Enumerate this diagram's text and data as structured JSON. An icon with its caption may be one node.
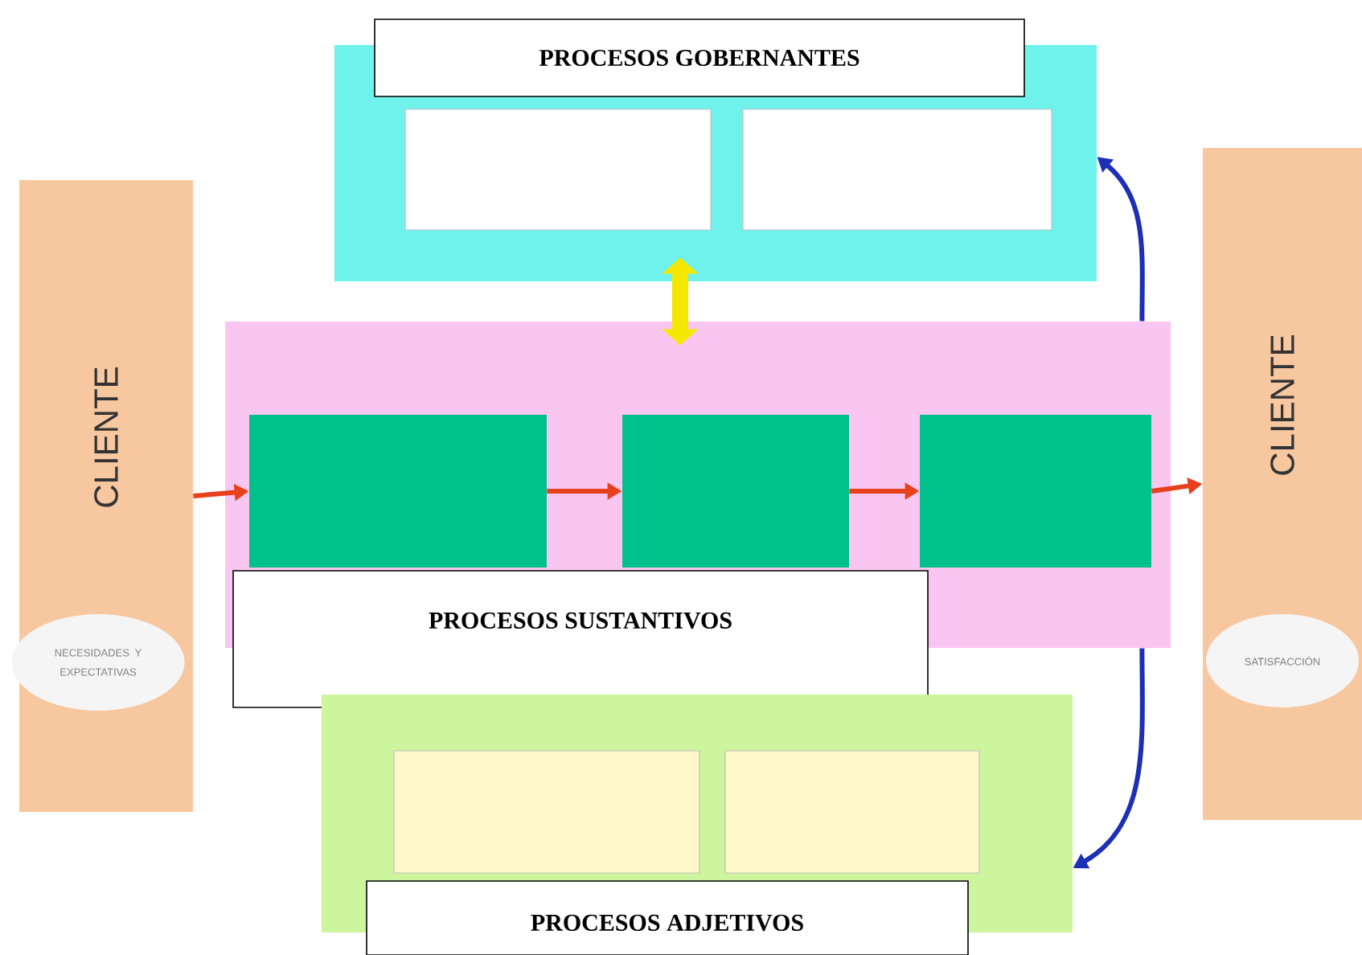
{
  "diagram": {
    "nodes": [
      {
        "text": [
          "PROCESOS GOBERNANTES"
        ]
      },
      {
        "text": [],
        "shape": "box",
        "in": 0
      },
      {
        "text": [],
        "shape": "box",
        "in": 0
      },
      {
        "text": [
          "PROCESOS SUSTANTIVOS"
        ]
      },
      {
        "text": [],
        "shape": "box",
        "in": 3
      },
      {
        "text": [],
        "shape": "box",
        "in": 3
      },
      {
        "text": [],
        "shape": "box",
        "in": 3
      },
      {
        "text": [
          "PROCESOS ADJETIVOS"
        ]
      },
      {
        "text": [],
        "shape": "box",
        "in": 7
      },
      {
        "text": [],
        "shape": "box",
        "in": 7
      },
      {
        "text": [
          "CLIENTE"
        ]
      },
      {
        "text": [
          "NECESIDADES Y EXPECTATIVAS"
        ],
        "in": 10
      },
      {
        "text": [
          "CLIENTE"
        ]
      },
      {
        "text": [
          "SATISFACCIÓN"
        ],
        "in": 12
      }
    ],
    "edges": [
      {
        "from": 10,
        "to": 4,
        "arrow": "to"
      },
      {
        "from": 4,
        "to": 5,
        "arrow": "to"
      },
      {
        "from": 5,
        "to": 6,
        "arrow": "to"
      },
      {
        "from": 6,
        "to": 12,
        "arrow": "to"
      },
      {
        "from": 0,
        "to": 3,
        "arrow": "both",
        "style": "thick",
        "color": "#f5e800"
      },
      {
        "from": 3,
        "to": 0,
        "arrow": "to",
        "color": "#1c2fb5"
      },
      {
        "from": 3,
        "to": 7,
        "arrow": "to",
        "color": "#1c2fb5"
      }
    ]
  }
}
